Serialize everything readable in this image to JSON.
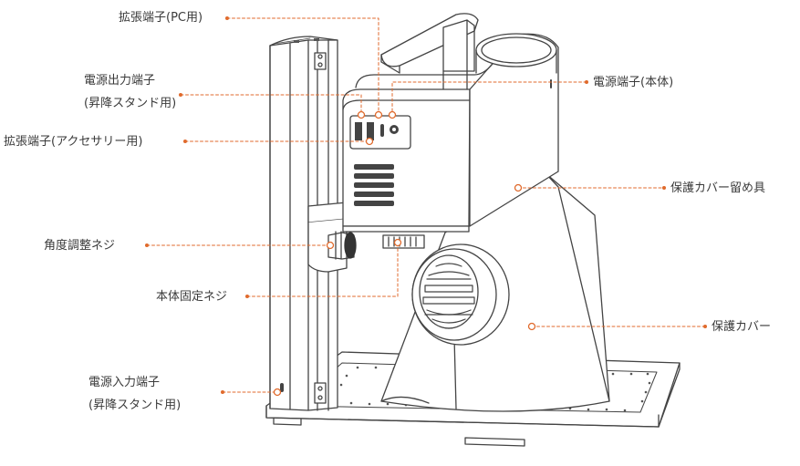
{
  "diagram": {
    "accent_color": "#e06a2c",
    "line_color": "#444444",
    "labels": {
      "expansion_port_pc": "拡張端子(PC用)",
      "power_output_port_line1": "電源出力端子",
      "power_output_port_line2": "(昇降スタンド用)",
      "expansion_port_accessory": "拡張端子(アクセサリー用)",
      "angle_adjust_screw": "角度調整ネジ",
      "body_fixing_screw": "本体固定ネジ",
      "power_input_port_line1": "電源入力端子",
      "power_input_port_line2": "(昇降スタンド用)",
      "power_port_body": "電源端子(本体)",
      "cover_retainer": "保護カバー留め具",
      "protective_cover": "保護カバー"
    }
  }
}
